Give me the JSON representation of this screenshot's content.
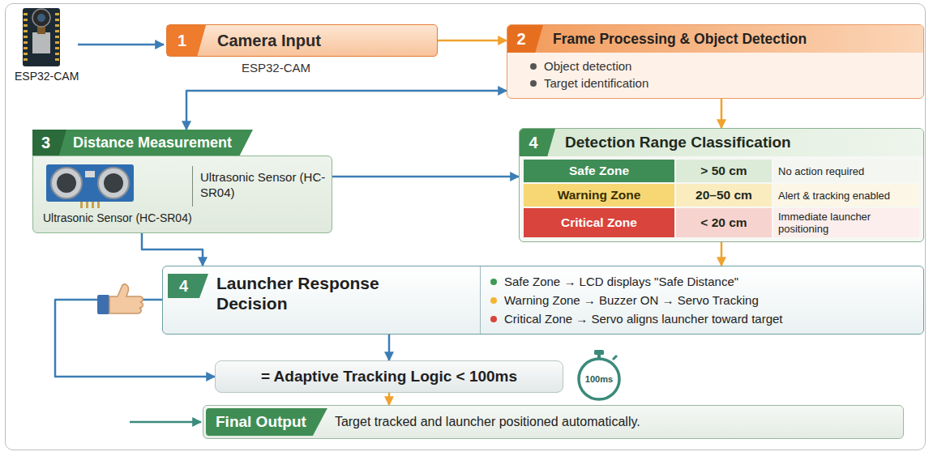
{
  "diagram": {
    "nodes": [
      {
        "text": [
          "1",
          "Camera Input",
          "ESP32-CAM"
        ]
      },
      {
        "text": [
          "2",
          "Frame Processing & Object Detection",
          "Object detection",
          "Target identification"
        ]
      },
      {
        "text": [
          "3",
          "Distance Measurement",
          "Ultrasonic Sensor (HC-SR04)",
          "Ultrasonic Sensor (HC-SR04)"
        ]
      },
      {
        "text": [
          "4",
          "Detection Range Classification",
          "Safe Zone",
          "> 50 cm",
          "No action required",
          "Warning Zone",
          "20–50 cm",
          "Alert & tracking enabled",
          "Critical Zone",
          "< 20 cm",
          "Immediate launcher positioning"
        ]
      },
      {
        "text": [
          "4",
          "Launcher Response Decision",
          "Safe Zone → LCD displays \"Safe Distance\"",
          "Warning Zone → Buzzer ON → Servo Tracking",
          "Critical Zone → Servo aligns launcher toward target"
        ]
      },
      {
        "text": [
          "= Adaptive Tracking Logic < 100ms"
        ]
      },
      {
        "text": [
          "Final Output",
          "Target tracked and launcher positioned automatically."
        ]
      }
    ],
    "edges": [
      {
        "from": 0,
        "to": 1,
        "arrow": "to"
      },
      {
        "from": 2,
        "to": 1,
        "arrow": "both"
      },
      {
        "from": 1,
        "to": 3,
        "arrow": "to"
      },
      {
        "from": 2,
        "to": 3,
        "arrow": "to"
      },
      {
        "from": 3,
        "to": 4,
        "arrow": "to"
      },
      {
        "from": 2,
        "to": 4,
        "arrow": "to"
      },
      {
        "from": 4,
        "to": 5,
        "arrow": "to"
      },
      {
        "from": 4,
        "to": 5,
        "arrow": "to"
      },
      {
        "from": 5,
        "to": 6,
        "arrow": "to"
      }
    ],
    "labels": [
      "ESP32-CAM",
      "100ms"
    ]
  }
}
